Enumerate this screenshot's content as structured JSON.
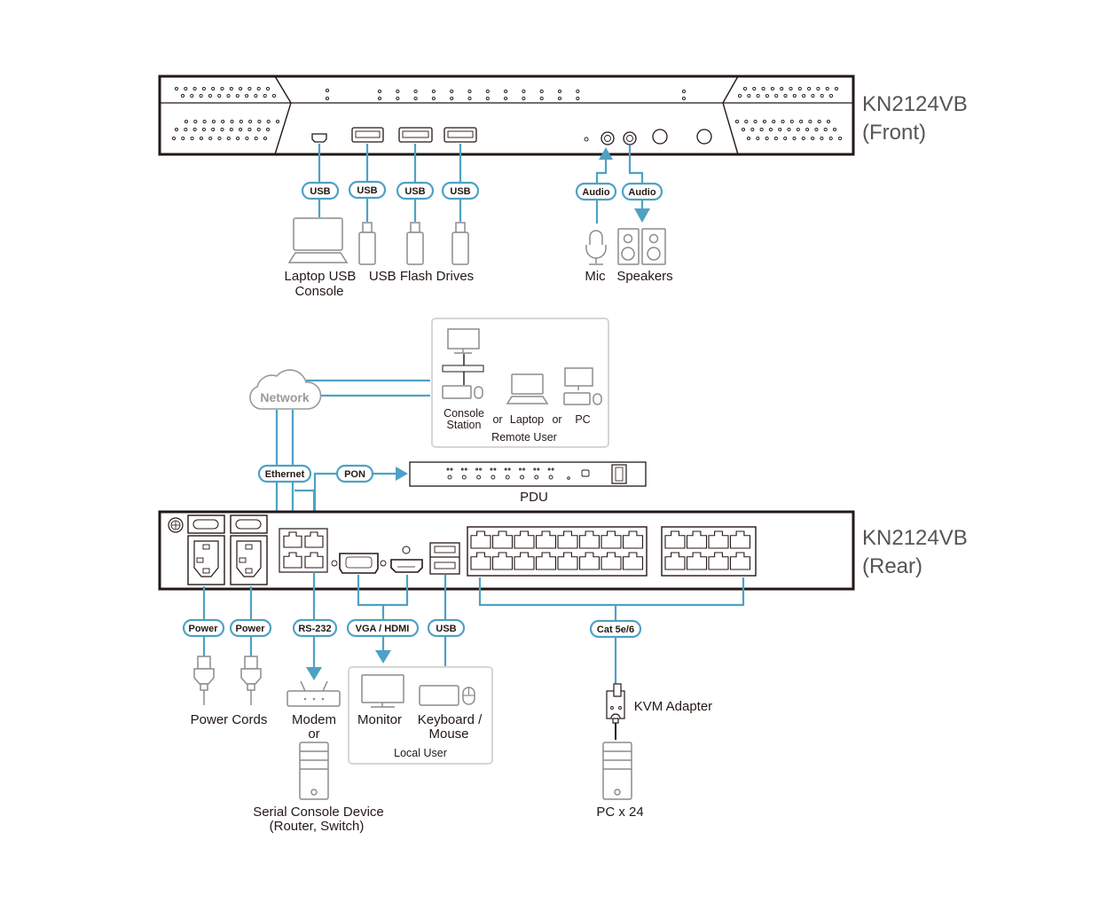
{
  "front": {
    "title_line1": "KN2124VB",
    "title_line2": "(Front)",
    "connections": [
      {
        "pill": "USB",
        "device": "laptop"
      },
      {
        "pill": "USB",
        "device": "flash-drive"
      },
      {
        "pill": "USB",
        "device": "flash-drive"
      },
      {
        "pill": "USB",
        "device": "flash-drive"
      },
      {
        "pill": "Audio",
        "device": "mic"
      },
      {
        "pill": "Audio",
        "device": "speakers"
      }
    ],
    "labels": {
      "laptop_line1": "Laptop USB",
      "laptop_line2": "Console",
      "flash": "USB Flash Drives",
      "mic": "Mic",
      "speakers": "Speakers"
    }
  },
  "network": {
    "cloud_label": "Network",
    "remote_user": {
      "console_line1": "Console",
      "console_line2": "Station",
      "or1": "or",
      "laptop": "Laptop",
      "or2": "or",
      "pc": "PC",
      "group_label": "Remote User"
    },
    "ethernet_pill": "Ethernet",
    "pon_pill": "PON",
    "pdu_label": "PDU"
  },
  "rear": {
    "title_line1": "KN2124VB",
    "title_line2": "(Rear)",
    "pills": {
      "power1": "Power",
      "power2": "Power",
      "rs232": "RS-232",
      "vga_hdmi": "VGA / HDMI",
      "usb": "USB",
      "cat": "Cat 5e/6"
    },
    "labels": {
      "power_cords": "Power Cords",
      "modem": "Modem",
      "or": "or",
      "serial_line1": "Serial Console Device",
      "serial_line2": "(Router, Switch)",
      "monitor": "Monitor",
      "kbm_line1": "Keyboard /",
      "kbm_line2": "Mouse",
      "local_user": "Local User",
      "kvm_adapter": "KVM Adapter",
      "pc_count": "PC x 24"
    }
  },
  "colors": {
    "cable": "#4ea1c4",
    "device_outline": "#231815",
    "icon_gray": "#8c8c8c",
    "title_gray": "#555555"
  }
}
